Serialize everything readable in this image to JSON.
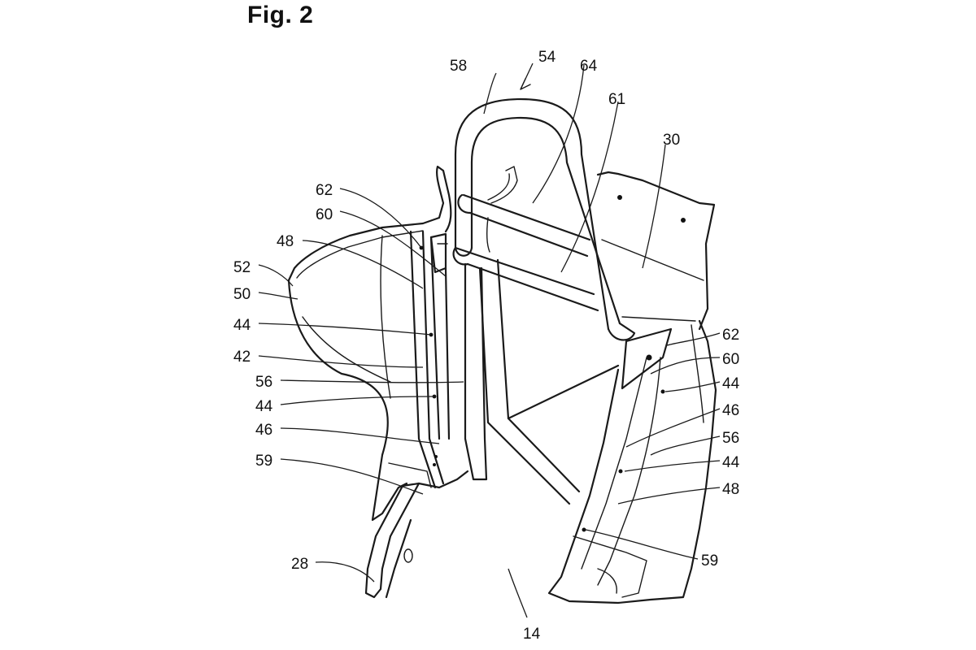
{
  "figure": {
    "title": "Fig. 2",
    "labels": {
      "l54": "54",
      "l58": "58",
      "l64": "64",
      "l61": "61",
      "l30": "30",
      "l62a": "62",
      "l60a": "60",
      "l48a": "48",
      "l52": "52",
      "l50": "50",
      "l44a": "44",
      "l42": "42",
      "l56a": "56",
      "l44b": "44",
      "l46a": "46",
      "l59a": "59",
      "l28": "28",
      "l14": "14",
      "l62b": "62",
      "l60b": "60",
      "l44c": "44",
      "l46b": "46",
      "l56b": "56",
      "l44d": "44",
      "l48b": "48",
      "l59b": "59"
    }
  }
}
